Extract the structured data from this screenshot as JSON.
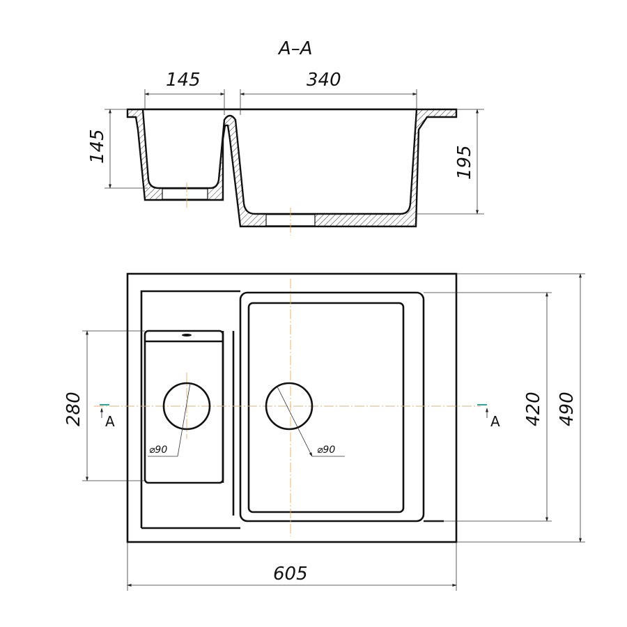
{
  "section": {
    "title": "A–A",
    "dim_small_bowl_width": "145",
    "dim_large_bowl_width": "340",
    "dim_small_bowl_depth": "145",
    "dim_large_bowl_depth": "195"
  },
  "plan": {
    "dim_overall_width": "605",
    "dim_overall_depth": "490",
    "dim_large_bowl_length": "420",
    "dim_small_bowl_length": "280",
    "drain_left_label": "⌀90",
    "drain_right_label": "⌀90",
    "section_mark_left": "A",
    "section_mark_right": "A"
  },
  "colors": {
    "line": "#111111",
    "centerline": "#e0b070",
    "section_mark": "#2aa89a"
  }
}
